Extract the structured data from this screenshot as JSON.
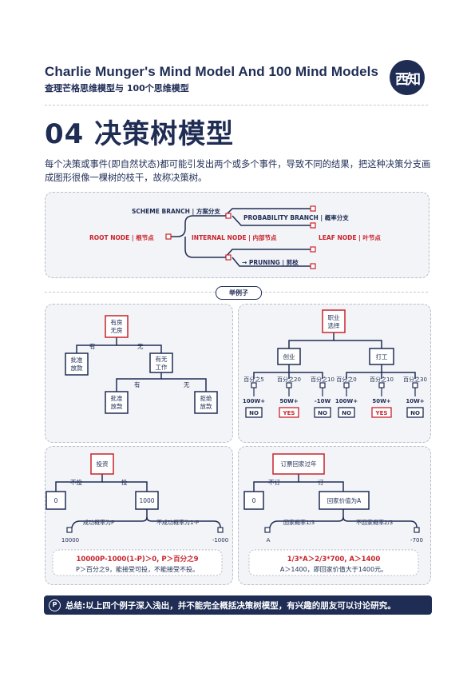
{
  "header": {
    "title": "Charlie Munger's Mind Model And 100 Mind Models",
    "subtitle": "查理芒格思维模型与 100个思维模型",
    "logo_text": "西知"
  },
  "section": {
    "title": "04 决策树模型",
    "intro": "每个决策或事件(即自然状态)都可能引发出两个或多个事件，导致不同的结果，把这种决策分支画成图形很像一棵树的枝干，故称决策树。"
  },
  "legend": {
    "root_node": "ROOT NODE | 根节点",
    "scheme_branch": "SCHEME BRANCH | 方案分支",
    "internal_node": "INTERNAL NODE | 内部节点",
    "probability_branch": "PROBABILITY BRANCH | 概率分支",
    "leaf_node": "LEAF NODE | 叶节点",
    "pruning": "→ PRUNING | 剪枝"
  },
  "examples_label": "举例子",
  "example1": {
    "root_l1": "有房",
    "root_l2": "无房",
    "yes": "有",
    "no": "无",
    "approve_l1": "批准",
    "approve_l2": "放款",
    "job_l1": "有无",
    "job_l2": "工作",
    "yes2": "有",
    "no2": "无",
    "approve2_l1": "批准",
    "approve2_l2": "放款",
    "reject_l1": "拒绝",
    "reject_l2": "放款"
  },
  "example2": {
    "root_l1": "职业",
    "root_l2": "选择",
    "left": "创业",
    "right": "打工",
    "probs": [
      "百分之5",
      "百分之20",
      "百分之10",
      "百分之0",
      "百分之10",
      "百分之30"
    ],
    "values": [
      "100W+",
      "50W+",
      "-10W",
      "100W+",
      "50W+",
      "10W+"
    ],
    "answers": [
      "NO",
      "YES",
      "NO",
      "NO",
      "YES",
      "NO"
    ]
  },
  "example3": {
    "root": "投资",
    "no_invest": "不投",
    "invest": "投",
    "left_val": "0",
    "right_val": "1000",
    "success": "成功概率为P",
    "fail": "不成功概率为1-P",
    "leaf_left": "10000",
    "leaf_right": "-1000",
    "formula": "10000P-1000(1-P)＞0, P＞百分之9",
    "conclusion": "P＞百分之9，能接受可投，不能接受不投。"
  },
  "example4": {
    "root": "订票回家过年",
    "no_book": "不订",
    "book": "订",
    "left_val": "0",
    "right_val": "回家价值为A",
    "go_home": "回家概率1/3",
    "not_home": "不回家概率2/3",
    "leaf_left": "A",
    "leaf_right": "-700",
    "formula": "1/3*A＞2/3*700, A＞1400",
    "conclusion": "A＞1400，即回家价值大于1400元。"
  },
  "summary": {
    "icon": "P",
    "text": "总结:以上四个例子深入浅出，并不能完全概括决策树模型，有兴趣的朋友可以讨论研究。"
  },
  "colors": {
    "navy": "#1f2d55",
    "red": "#c8232c",
    "panel": "#f3f4f7"
  }
}
